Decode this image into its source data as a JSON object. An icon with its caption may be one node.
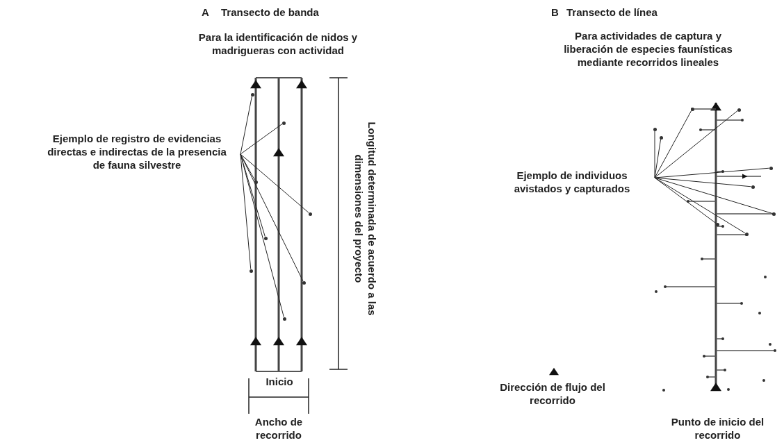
{
  "diagram": {
    "nodes": [
      {
        "text": [
          "Ejemplo de registro de evidencias directas e indirectas de la presencia de fauna silvestre"
        ]
      },
      {
        "text": [],
        "shape": "circle"
      },
      {
        "text": [],
        "shape": "circle"
      },
      {
        "text": [],
        "shape": "circle"
      },
      {
        "text": [],
        "shape": "circle"
      },
      {
        "text": [],
        "shape": "circle"
      },
      {
        "text": [],
        "shape": "circle"
      },
      {
        "text": [],
        "shape": "circle"
      },
      {
        "text": [],
        "shape": "circle"
      },
      {
        "text": [
          "Ejemplo de individuos avistados y capturados"
        ]
      },
      {
        "text": [],
        "shape": "circle"
      },
      {
        "text": [],
        "shape": "circle"
      },
      {
        "text": [],
        "shape": "circle"
      },
      {
        "text": [],
        "shape": "circle"
      },
      {
        "text": [],
        "shape": "circle"
      },
      {
        "text": [],
        "shape": "circle"
      },
      {
        "text": [],
        "shape": "circle"
      },
      {
        "text": [],
        "shape": "circle"
      },
      {
        "text": [],
        "shape": "circle"
      }
    ],
    "edges": [
      {
        "from": 0,
        "to": 1,
        "arrow": "none"
      },
      {
        "from": 0,
        "to": 2,
        "arrow": "none"
      },
      {
        "from": 0,
        "to": 3,
        "arrow": "none"
      },
      {
        "from": 0,
        "to": 4,
        "arrow": "none"
      },
      {
        "from": 0,
        "to": 5,
        "arrow": "none"
      },
      {
        "from": 0,
        "to": 6,
        "arrow": "none"
      },
      {
        "from": 0,
        "to": 7,
        "arrow": "none"
      },
      {
        "from": 0,
        "to": 8,
        "arrow": "none"
      },
      {
        "from": 9,
        "to": 10,
        "arrow": "none"
      },
      {
        "from": 9,
        "to": 11,
        "arrow": "none"
      },
      {
        "from": 9,
        "to": 12,
        "arrow": "none"
      },
      {
        "from": 9,
        "to": 13,
        "arrow": "none"
      },
      {
        "from": 9,
        "to": 14,
        "arrow": "none"
      },
      {
        "from": 9,
        "to": 15,
        "arrow": "none"
      },
      {
        "from": 9,
        "to": 16,
        "arrow": "none"
      },
      {
        "from": 9,
        "to": 17,
        "arrow": "none"
      },
      {
        "from": 9,
        "to": 18,
        "arrow": "none"
      }
    ],
    "labels": [
      "A",
      "Transecto de banda",
      "Para la identificación de nidos y madrigueras con actividad",
      "Longitud determinada de acuerdo a las dimensiones del proyecto",
      "Inicio",
      "Ancho de recorrido",
      "B",
      "Transecto de línea",
      "Para actividades de captura y liberación de especies faunísticas mediante recorridos lineales",
      "Punto de inicio del recorrido"
    ],
    "legend": [
      {
        "text": "Dirección de flujo del recorrido"
      }
    ]
  }
}
